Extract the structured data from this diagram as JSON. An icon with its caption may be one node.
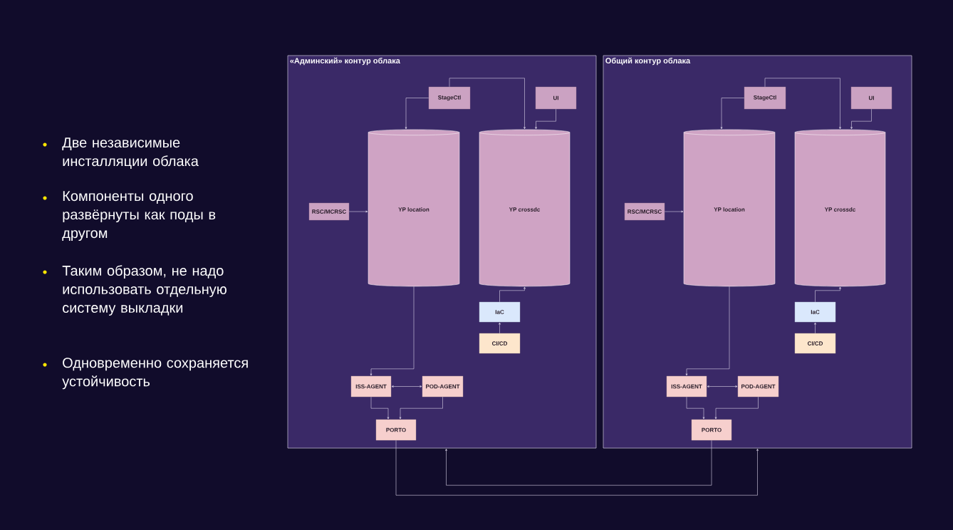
{
  "diagram": {
    "nodes": [
      {
        "text": [
          "«Админский» контур облака"
        ]
      },
      {
        "text": [
          "StageCtl"
        ],
        "in": 0
      },
      {
        "text": [
          "UI"
        ],
        "in": 0
      },
      {
        "text": [
          "YP location"
        ],
        "in": 0
      },
      {
        "text": [
          "YP crossdc"
        ],
        "in": 0
      },
      {
        "text": [
          "RSC/MCRSC"
        ],
        "in": 0
      },
      {
        "text": [
          "IaC"
        ],
        "in": 0
      },
      {
        "text": [
          "CI/CD"
        ],
        "in": 0
      },
      {
        "text": [
          "ISS-AGENT"
        ],
        "in": 0
      },
      {
        "text": [
          "POD-AGENT"
        ],
        "in": 0
      },
      {
        "text": [
          "PORTO"
        ],
        "in": 0
      },
      {
        "text": [
          "Общий контур облака"
        ]
      },
      {
        "text": [
          "StageCtl"
        ],
        "in": 11
      },
      {
        "text": [
          "UI"
        ],
        "in": 11
      },
      {
        "text": [
          "YP location"
        ],
        "in": 11
      },
      {
        "text": [
          "YP crossdc"
        ],
        "in": 11
      },
      {
        "text": [
          "RSC/MCRSC"
        ],
        "in": 11
      },
      {
        "text": [
          "IaC"
        ],
        "in": 11
      },
      {
        "text": [
          "CI/CD"
        ],
        "in": 11
      },
      {
        "text": [
          "ISS-AGENT"
        ],
        "in": 11
      },
      {
        "text": [
          "POD-AGENT"
        ],
        "in": 11
      },
      {
        "text": [
          "PORTO"
        ],
        "in": 11
      }
    ],
    "edges": [
      {
        "from": 1,
        "to": 3,
        "arrow": "to"
      },
      {
        "from": 1,
        "to": 4,
        "arrow": "to"
      },
      {
        "from": 2,
        "to": 4,
        "arrow": "to"
      },
      {
        "from": 5,
        "to": 3,
        "arrow": "to"
      },
      {
        "from": 3,
        "to": 8,
        "arrow": "to"
      },
      {
        "from": 6,
        "to": 4,
        "arrow": "to"
      },
      {
        "from": 7,
        "to": 6,
        "arrow": "to"
      },
      {
        "from": 8,
        "to": 9,
        "arrow": "both"
      },
      {
        "from": 8,
        "to": 10,
        "arrow": "to"
      },
      {
        "from": 9,
        "to": 10,
        "arrow": "to"
      },
      {
        "from": 12,
        "to": 14,
        "arrow": "to"
      },
      {
        "from": 12,
        "to": 15,
        "arrow": "to"
      },
      {
        "from": 13,
        "to": 15,
        "arrow": "to"
      },
      {
        "from": 16,
        "to": 14,
        "arrow": "to"
      },
      {
        "from": 14,
        "to": 19,
        "arrow": "to"
      },
      {
        "from": 17,
        "to": 15,
        "arrow": "to"
      },
      {
        "from": 18,
        "to": 17,
        "arrow": "to"
      },
      {
        "from": 19,
        "to": 20,
        "arrow": "both"
      },
      {
        "from": 19,
        "to": 21,
        "arrow": "to"
      },
      {
        "from": 20,
        "to": 21,
        "arrow": "to"
      },
      {
        "from": 10,
        "to": 11,
        "arrow": "to"
      },
      {
        "from": 21,
        "to": 0,
        "arrow": "to"
      }
    ],
    "labels": [
      "Две независимые инсталляции облака",
      "Компоненты одного развёрнуты как поды в другом",
      "Таким образом, не надо использовать отдельную систему выкладки",
      "Одновременно сохраняется устойчивость"
    ]
  }
}
